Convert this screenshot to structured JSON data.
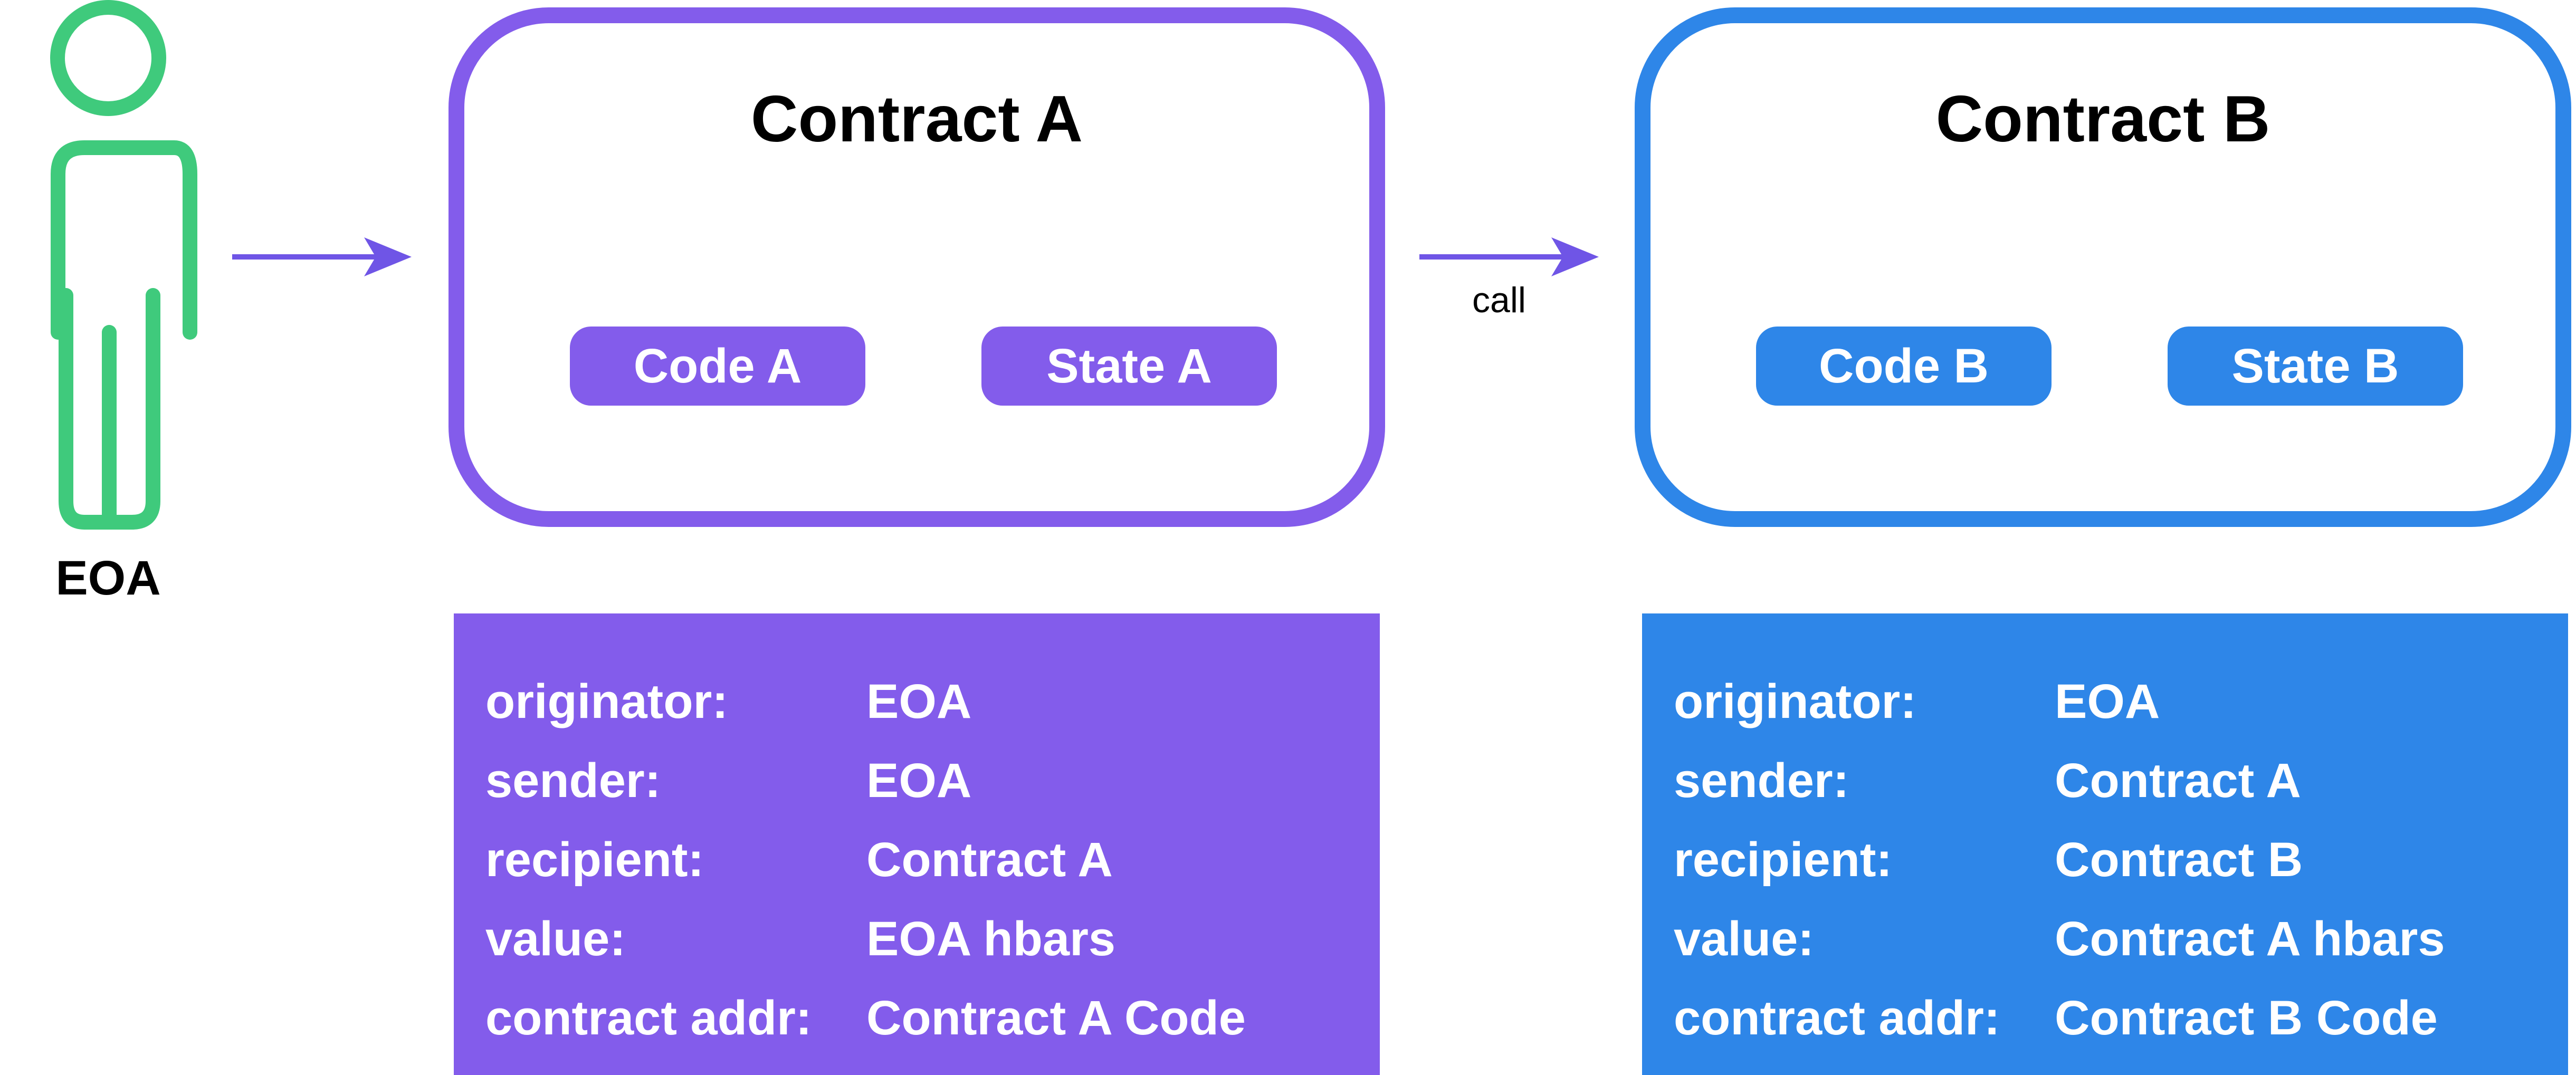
{
  "colors": {
    "eoa": "#3FCA7C",
    "contract_a": "#835CEB",
    "contract_b": "#2E86E8",
    "arrow": "#6F55E6"
  },
  "eoa": {
    "label": "EOA"
  },
  "call_label": "call",
  "contract_a": {
    "title": "Contract A",
    "code_label": "Code A",
    "state_label": "State A",
    "info": [
      {
        "key": "originator:",
        "value": "EOA"
      },
      {
        "key": "sender:",
        "value": "EOA"
      },
      {
        "key": "recipient:",
        "value": "Contract A"
      },
      {
        "key": "value:",
        "value": "EOA hbars"
      },
      {
        "key": "contract addr:",
        "value": "Contract A Code"
      }
    ]
  },
  "contract_b": {
    "title": "Contract B",
    "code_label": "Code B",
    "state_label": "State B",
    "info": [
      {
        "key": "originator:",
        "value": "EOA"
      },
      {
        "key": "sender:",
        "value": "Contract A"
      },
      {
        "key": "recipient:",
        "value": "Contract B"
      },
      {
        "key": "value:",
        "value": "Contract A hbars"
      },
      {
        "key": "contract addr:",
        "value": "Contract B Code"
      }
    ]
  }
}
